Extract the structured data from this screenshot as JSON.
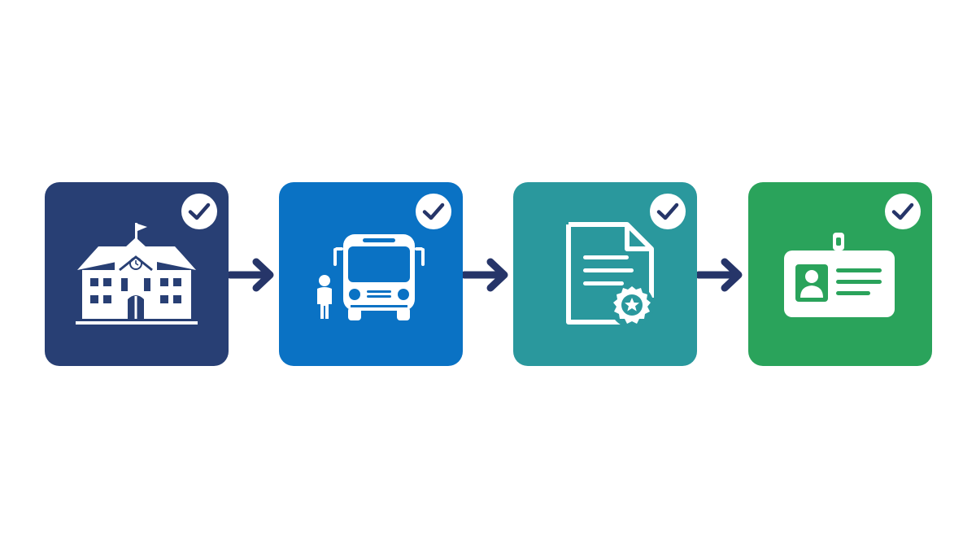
{
  "flow": {
    "steps": [
      {
        "icon": "school-building-icon",
        "color": "#283f74",
        "status": "completed"
      },
      {
        "icon": "school-bus-icon",
        "color": "#0a72c4",
        "status": "completed"
      },
      {
        "icon": "certificate-document-icon",
        "color": "#2a989d",
        "status": "completed"
      },
      {
        "icon": "id-badge-icon",
        "color": "#2aa35b",
        "status": "completed"
      }
    ],
    "connector": {
      "icon": "arrow-right-icon",
      "color": "#263569"
    },
    "check": {
      "icon": "checkmark-icon",
      "circle_color": "#ffffff"
    }
  }
}
